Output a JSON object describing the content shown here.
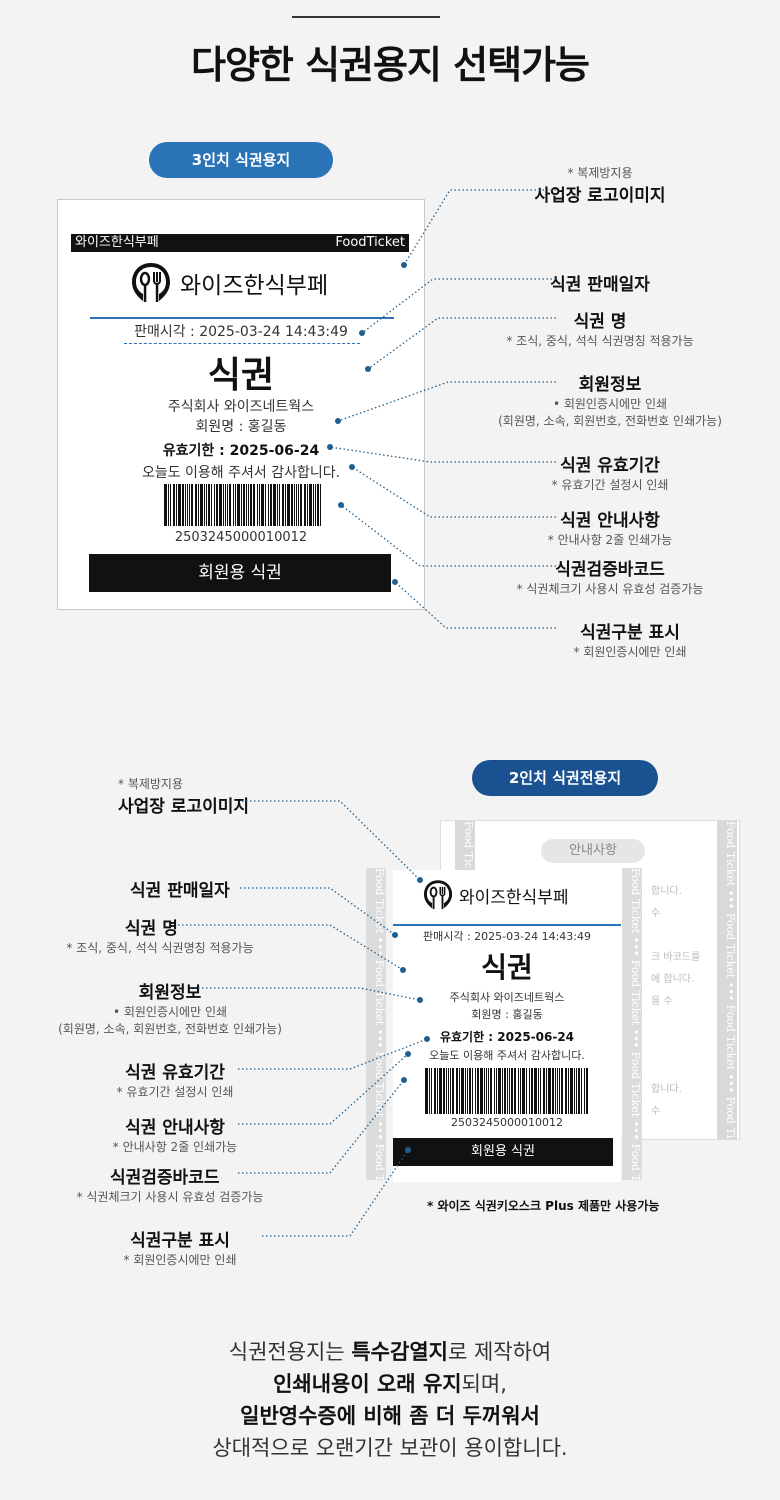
{
  "title": "다양한 식권용지 선택가능",
  "section1": {
    "pill": "3인치 식권용지",
    "ticket": {
      "bar_left": "와이즈한식부페",
      "bar_right": "FoodTicket",
      "store_name": "와이즈한식부페",
      "sale_time": "판매시각 : 2025-03-24 14:43:49",
      "ticket_name": "식권",
      "company": "주식회사 와이즈네트웍스",
      "member": "회원명 : 홍길동",
      "expiry": "유효기한 : 2025-06-24",
      "message": "오늘도 이용해 주셔서 감사합니다.",
      "barcode_number": "2503245000010012",
      "footer": "회원용 식권"
    },
    "annotations": [
      {
        "note": "* 복제방지용",
        "label": "사업장 로고이미지"
      },
      {
        "note": "",
        "label": "식권 판매일자"
      },
      {
        "note": "* 조식, 중식, 석식 식권명칭 적용가능",
        "label": "식권 명"
      },
      {
        "note": "•  회원인증시에만 인쇄",
        "note2": "(회원명, 소속, 회원번호, 전화번호 인쇄가능)",
        "label": "회원정보"
      },
      {
        "note": "* 유효기간 설정시 인쇄",
        "label": "식권 유효기간"
      },
      {
        "note": "* 안내사항 2줄 인쇄가능",
        "label": "식권 안내사항"
      },
      {
        "note": "* 식권체크기 사용시 유효성 검증가능",
        "label": "식권검증바코드"
      },
      {
        "note": "* 회원인증시에만 인쇄",
        "label": "식권구분 표시"
      }
    ]
  },
  "section2": {
    "pill": "2인치 식권전용지",
    "back_tag": "안내사항",
    "back_lines": [
      "합니다.",
      "수",
      "크 바코드를",
      "에 합니다.",
      "을 수",
      "합니다.",
      "수"
    ],
    "strip_text": "Food Ticket ••• Food Ticket ••• Food Ticket ••• Food Ticket •••",
    "ticket": {
      "store_name": "와이즈한식부페",
      "sale_time": "판매시각 : 2025-03-24 14:43:49",
      "ticket_name": "식권",
      "company": "주식회사 와이즈네트웍스",
      "member": "회원명 : 홍길동",
      "expiry": "유효기한 : 2025-06-24",
      "message": "오늘도 이용해 주셔서 감사합니다.",
      "barcode_number": "2503245000010012",
      "footer": "회원용 식권"
    },
    "footnote": "* 와이즈 식권키오스크 Plus 제품만 사용가능",
    "annotations": [
      {
        "note": "* 복제방지용",
        "label": "사업장 로고이미지"
      },
      {
        "note": "",
        "label": "식권 판매일자"
      },
      {
        "note": "* 조식, 중식, 석식 식권명칭 적용가능",
        "label": "식권 명"
      },
      {
        "note": "•  회원인증시에만 인쇄",
        "note2": "(회원명, 소속, 회원번호, 전화번호 인쇄가능)",
        "label": "회원정보"
      },
      {
        "note": "* 유효기간 설정시 인쇄",
        "label": "식권 유효기간"
      },
      {
        "note": "* 안내사항 2줄 인쇄가능",
        "label": "식권 안내사항"
      },
      {
        "note": "* 식권체크기 사용시 유효성 검증가능",
        "label": "식권검증바코드"
      },
      {
        "note": "* 회원인증시에만 인쇄",
        "label": "식권구분 표시"
      }
    ]
  },
  "bottom": {
    "l1a": "식권전용지는 ",
    "l1b": "특수감열지",
    "l1c": "로 제작하여",
    "l2a": "인쇄내용이 오래 유지",
    "l2b": "되며,",
    "l3": "일반영수증에 비해 좀 더 두꺼워서",
    "l4": "상대적으로 오랜기간 보관이 용이합니다."
  },
  "colors": {
    "accent": "#2b73b7",
    "pill_dark": "#1a5291",
    "line": "#1f5f8f"
  }
}
